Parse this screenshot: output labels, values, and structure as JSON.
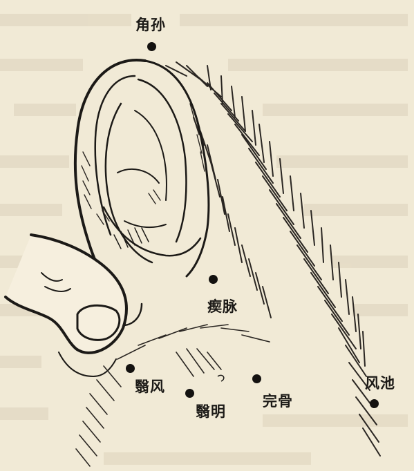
{
  "points": [
    {
      "id": "jiaosun",
      "label": "角孙"
    },
    {
      "id": "chimai",
      "label": "瘈脉"
    },
    {
      "id": "yifeng",
      "label": "翳风"
    },
    {
      "id": "yiming",
      "label": "翳明"
    },
    {
      "id": "wangu",
      "label": "完骨"
    },
    {
      "id": "fengchi",
      "label": "风池"
    }
  ],
  "colors": {
    "paper": "#f1ead6",
    "ink": "#1c1a17"
  }
}
